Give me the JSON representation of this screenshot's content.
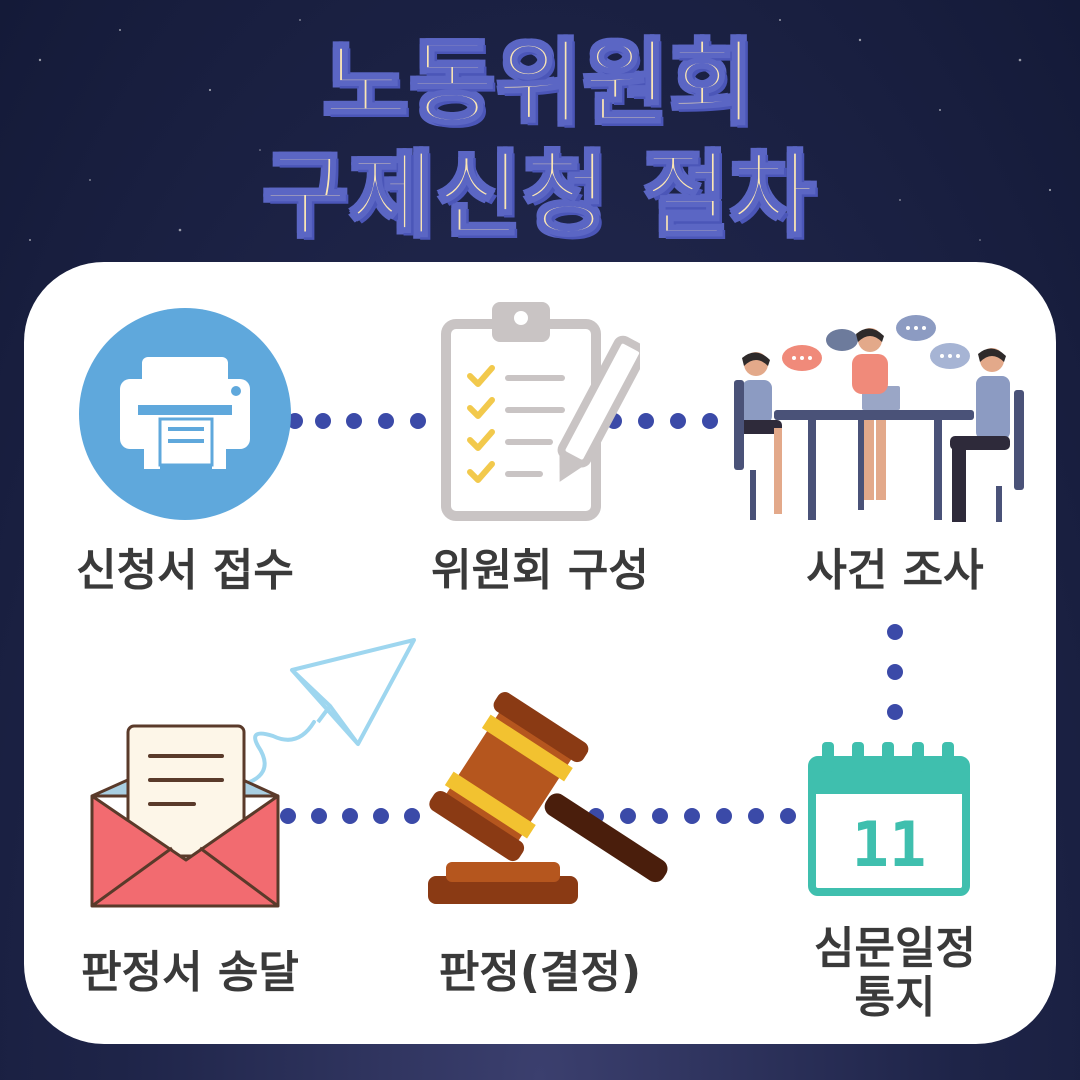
{
  "title": {
    "line1": "노동위원회",
    "line2": "구제신청 절차"
  },
  "steps": [
    {
      "label": "신청서 접수",
      "icon": "printer-icon"
    },
    {
      "label": "위원회 구성",
      "icon": "clipboard-checklist-icon"
    },
    {
      "label": "사건 조사",
      "icon": "meeting-people-icon"
    },
    {
      "label_line1": "심문일정",
      "label_line2": "통지",
      "icon": "calendar-icon"
    },
    {
      "label": "판정(결정)",
      "icon": "gavel-icon"
    },
    {
      "label": "판정서 송달",
      "icon": "envelope-letter-icon"
    }
  ],
  "calendar": {
    "day": "11"
  },
  "colors": {
    "title_fill": "#fbe6b4",
    "title_stroke": "#5b66c4",
    "connector": "#3b4aa8",
    "printer_bg": "#5fa8dc",
    "calendar": "#3fbfae",
    "envelope": "#f26b70"
  }
}
